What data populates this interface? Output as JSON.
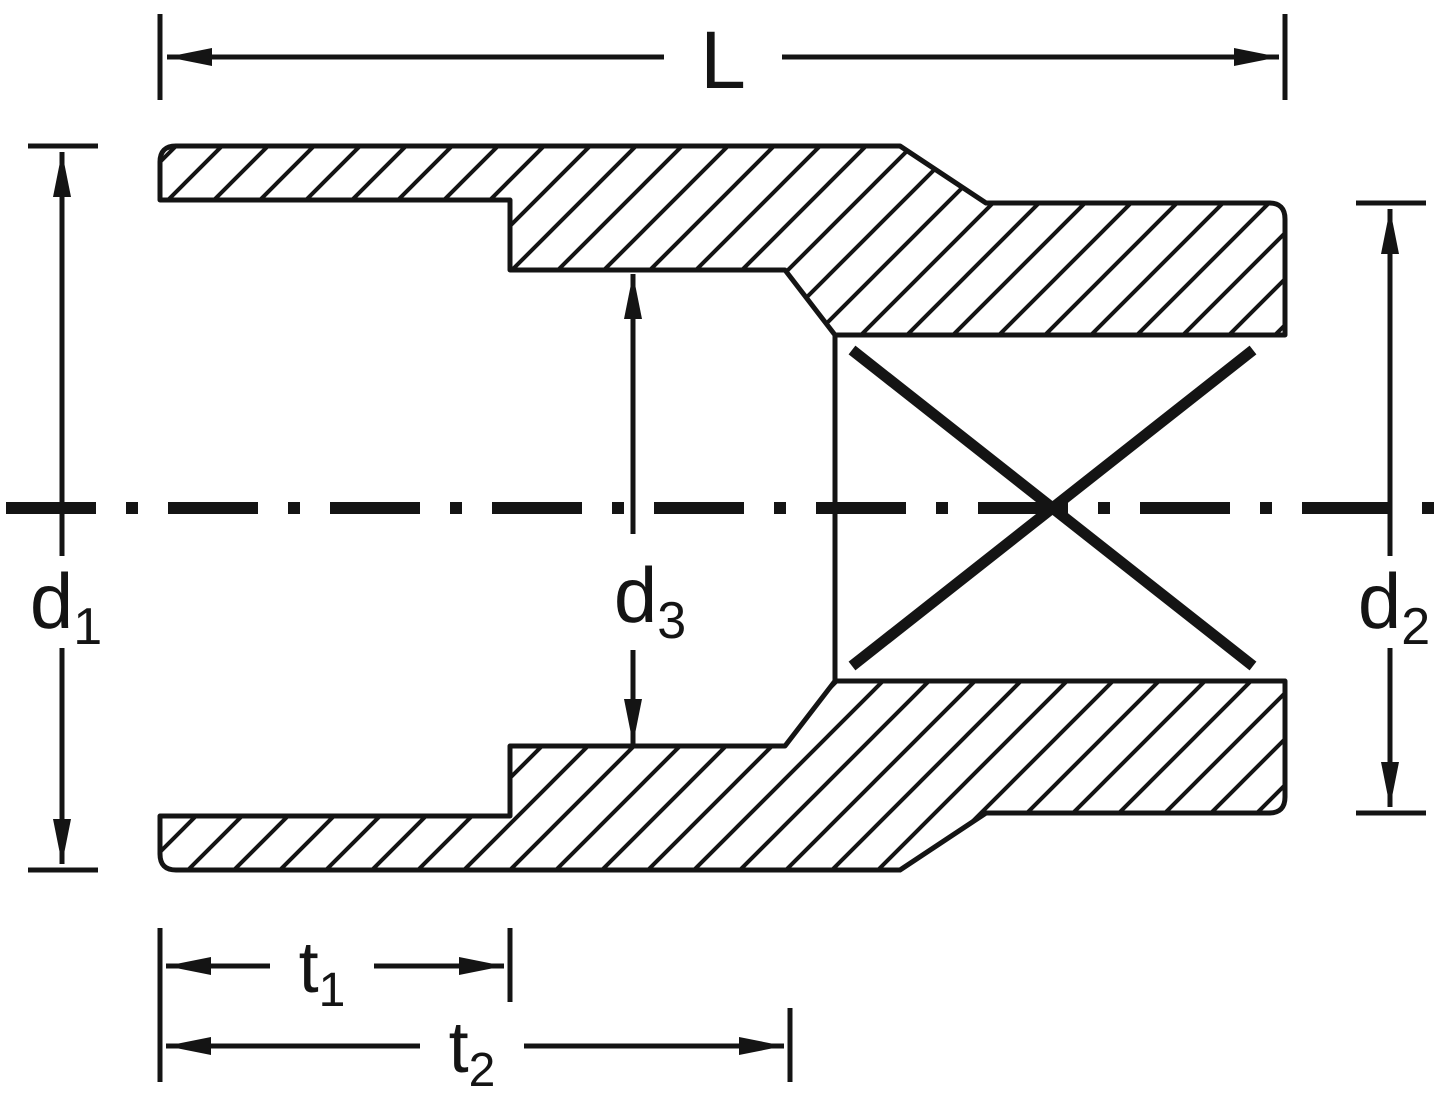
{
  "colors": {
    "line": "#141414",
    "background": "#ffffff"
  },
  "labels": {
    "L": {
      "base": "L",
      "sub": ""
    },
    "d1": {
      "base": "d",
      "sub": "1"
    },
    "d2": {
      "base": "d",
      "sub": "2"
    },
    "d3": {
      "base": "d",
      "sub": "3"
    },
    "t1": {
      "base": "t",
      "sub": "1"
    },
    "t2": {
      "base": "t",
      "sub": "2"
    }
  }
}
